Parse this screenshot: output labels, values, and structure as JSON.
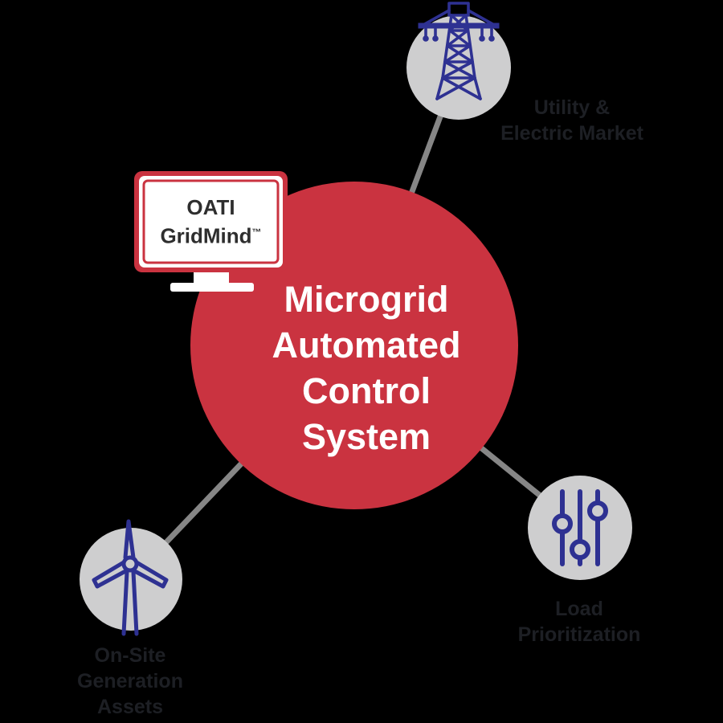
{
  "colors": {
    "background": "#000000",
    "accent_red": "#CA3340",
    "circle_gray": "#CECECF",
    "icon_blue": "#2E3192",
    "connector_gray": "#868686",
    "title_text": "#FFFFFF",
    "label_text": "#1D1F24",
    "monitor_text": "#2E2E2E"
  },
  "hub": {
    "title_lines": [
      "Microgrid",
      "Automated",
      "Control",
      "System"
    ]
  },
  "monitor": {
    "brand_line1": "OATI",
    "brand_line2": "GridMind",
    "trademark": "™"
  },
  "nodes": [
    {
      "id": "utility-electric-market",
      "icon": "transmission-tower-icon",
      "label_lines": [
        "Utility &",
        "Electric Market"
      ]
    },
    {
      "id": "load-prioritization",
      "icon": "sliders-icon",
      "label_lines": [
        "Load",
        "Prioritization"
      ]
    },
    {
      "id": "on-site-generation-assets",
      "icon": "wind-turbine-icon",
      "label_lines": [
        "On-Site",
        "Generation",
        "Assets"
      ]
    }
  ]
}
